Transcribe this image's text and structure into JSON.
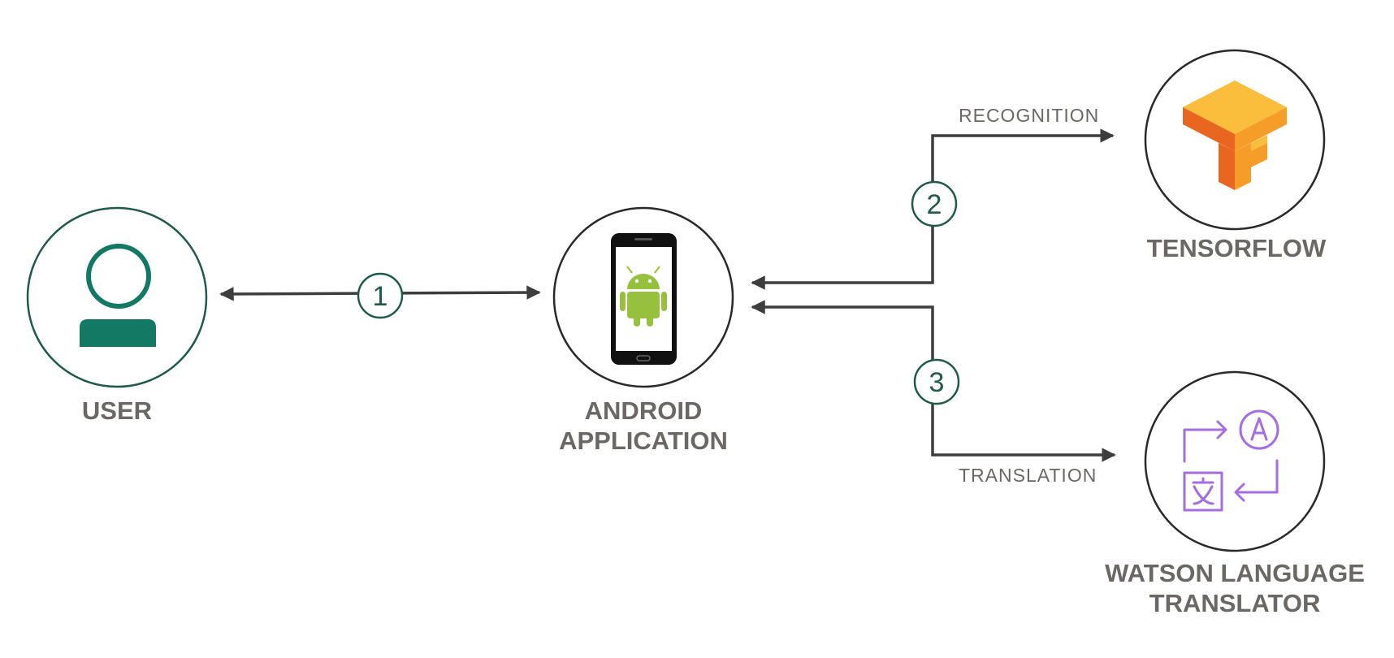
{
  "nodes": {
    "user": {
      "label": "USER"
    },
    "android": {
      "label_line1": "ANDROID",
      "label_line2": "APPLICATION"
    },
    "tensorflow": {
      "label": "TENSORFLOW"
    },
    "watson": {
      "label_line1": "WATSON LANGUAGE",
      "label_line2": "TRANSLATOR"
    }
  },
  "edges": {
    "recognition": {
      "label": "RECOGNITION"
    },
    "translation": {
      "label": "TRANSLATION"
    }
  },
  "steps": [
    {
      "number": "1"
    },
    {
      "number": "2"
    },
    {
      "number": "3"
    }
  ],
  "colors": {
    "user_ring": "#1f5a4c",
    "user_icon": "#127a64",
    "step_ring": "#1f5a4c",
    "node_ring": "#2a2a2a",
    "connector": "#3d3d3d",
    "label_text": "#6b6864",
    "android_green": "#97c03d",
    "tensorflow_orange": "#f59d28",
    "translator_purple": "#a56de2"
  },
  "icons": {
    "user": "user-icon",
    "android": "android-phone-icon",
    "tensorflow": "tensorflow-logo-icon",
    "watson": "language-translator-icon"
  }
}
